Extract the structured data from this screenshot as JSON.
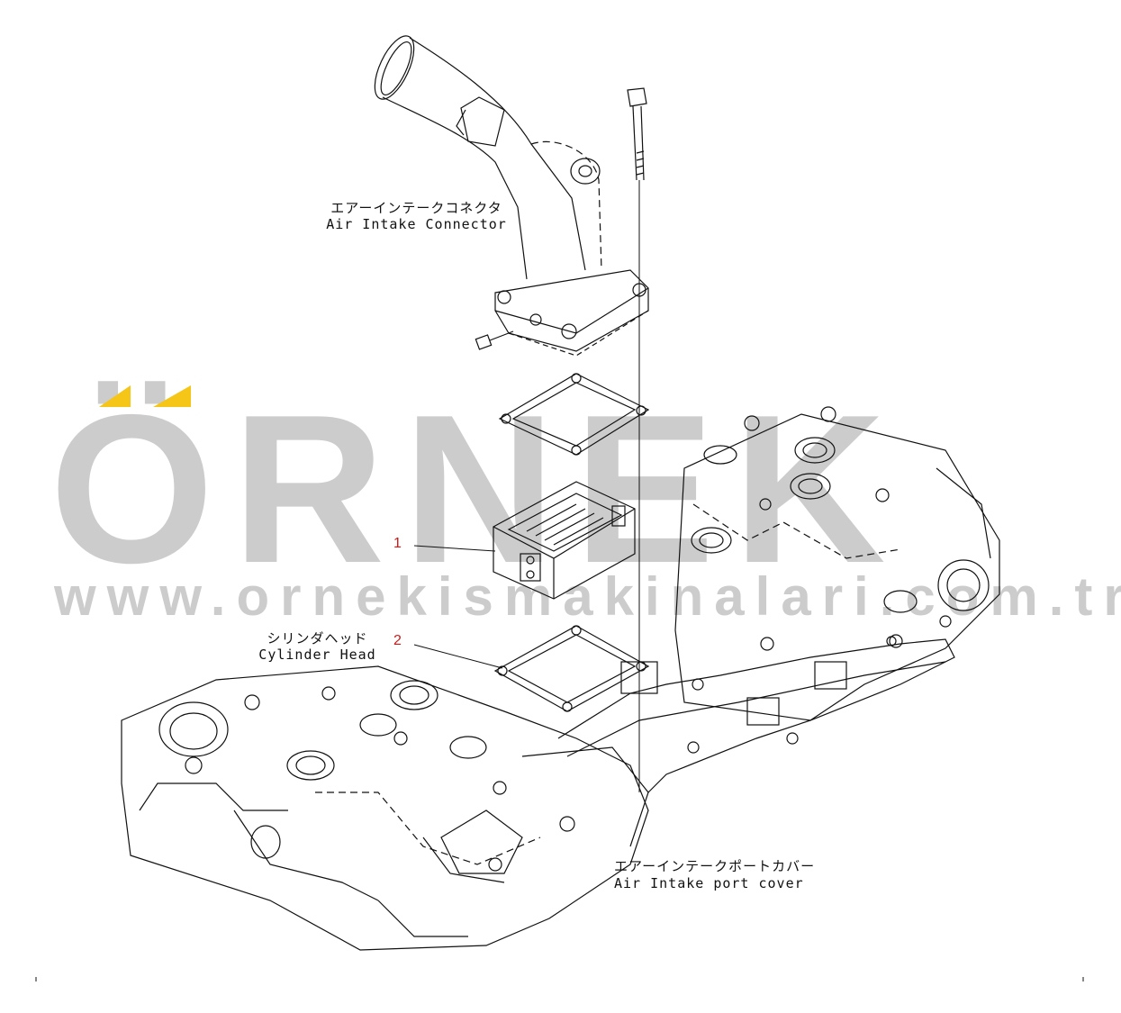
{
  "labels": {
    "air_intake_connector_jp": "エアーインテークコネクタ",
    "air_intake_connector_en": "Air Intake Connector",
    "cylinder_head_jp": "シリンダヘッド",
    "cylinder_head_en": "Cylinder Head",
    "air_intake_port_cover_jp": "エアーインテークポートカバー",
    "air_intake_port_cover_en": "Air Intake port cover"
  },
  "callouts": {
    "part1": "1",
    "part2": "2"
  },
  "watermark": {
    "brand": "ÖRNEK",
    "url": "www.ornekismakinalari.com.tr",
    "accent_color": "#f5c518",
    "text_color": "#8f8f8f"
  },
  "colors": {
    "line": "#111111",
    "callout": "#cc1a1a"
  }
}
